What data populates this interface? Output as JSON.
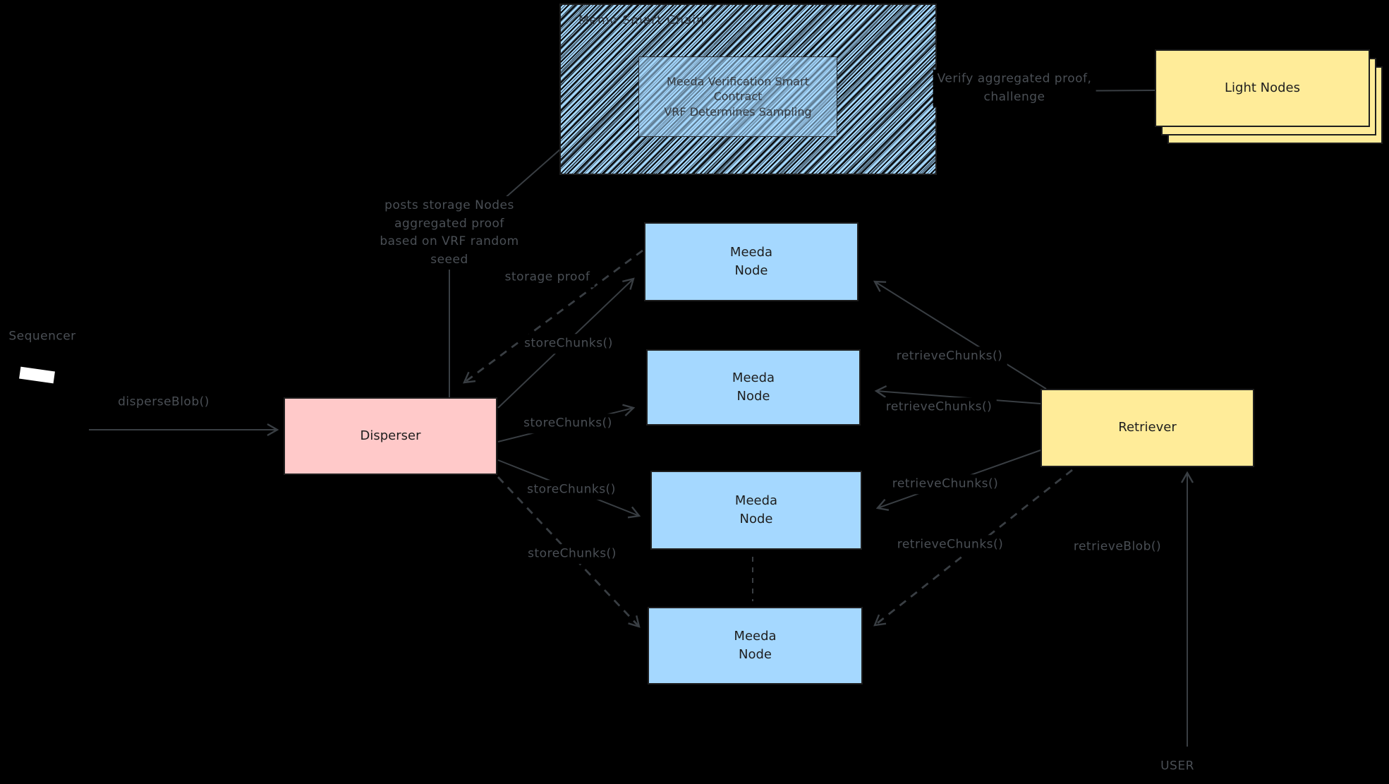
{
  "colors": {
    "background": "#000000",
    "node_blue": "#a5d8ff",
    "disperser_pink": "#ffc9c9",
    "retriever_yellow": "#ffec99",
    "stroke_gray": "#393e43",
    "label_gray": "#4a4f55",
    "box_text": "#1e1e1e",
    "sequencer_shape": "#ffffff"
  },
  "chain": {
    "title": "Memo Smart Chain",
    "contract_label": "Meeda Verification Smart\nContract\nVRF Determines Sampling"
  },
  "light_nodes": {
    "label": "Light Nodes"
  },
  "actors": {
    "sequencer": "Sequencer",
    "disperser": "Disperser",
    "retriever": "Retriever",
    "user": "USER"
  },
  "meeda_nodes": [
    {
      "label": "Meeda\nNode"
    },
    {
      "label": "Meeda\nNode"
    },
    {
      "label": "Meeda\nNode"
    },
    {
      "label": "Meeda\nNode"
    }
  ],
  "edge_labels": {
    "verify": "Verify aggregated proof,\nchallenge",
    "posts_proof": "posts storage Nodes\naggregated proof\nbased on VRF random\nseeed",
    "disperse_blob": "disperseBlob()",
    "storage_proof": "storage proof",
    "store_chunks_1": "storeChunks()",
    "store_chunks_2": "storeChunks()",
    "store_chunks_3": "storeChunks()",
    "store_chunks_4": "storeChunks()",
    "retrieve_chunks_1": "retrieveChunks()",
    "retrieve_chunks_2": "retrieveChunks()",
    "retrieve_chunks_3": "retrieveChunks()",
    "retrieve_chunks_4": "retrieveChunks()",
    "retrieve_blob": "retrieveBlob()"
  }
}
